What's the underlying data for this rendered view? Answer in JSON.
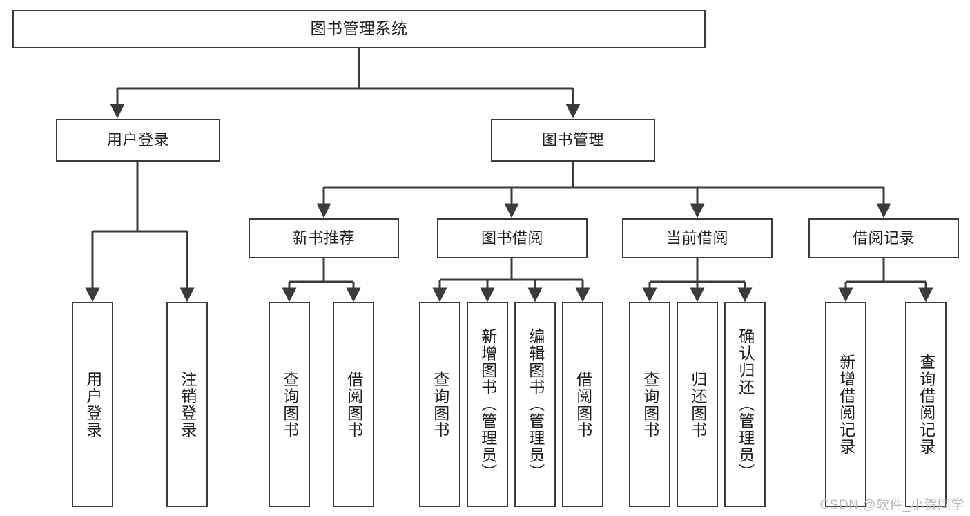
{
  "diagram": {
    "title": "图书管理系统",
    "type": "tree-hierarchy-diagram",
    "background_color": "#ffffff",
    "line_color": "#3b3b3b",
    "text_color": "#1d1d1d"
  },
  "nodes": {
    "root": {
      "label": "图书管理系统"
    },
    "level2": [
      {
        "label": "用户登录"
      },
      {
        "label": "图书管理"
      }
    ],
    "level3": [
      {
        "label": "新书推荐"
      },
      {
        "label": "图书借阅"
      },
      {
        "label": "当前借阅"
      },
      {
        "label": "借阅记录"
      }
    ],
    "leaves_user_login": [
      {
        "label": "用户登录"
      },
      {
        "label": "注销登录"
      }
    ],
    "leaves_new_book": [
      {
        "label": "查询图书"
      },
      {
        "label": "借阅图书"
      }
    ],
    "leaves_borrow": [
      {
        "label": "查询图书"
      },
      {
        "label": "新增图书（管理员）"
      },
      {
        "label": "编辑图书（管理员）"
      },
      {
        "label": "借阅图书"
      }
    ],
    "leaves_current": [
      {
        "label": "查询图书"
      },
      {
        "label": "归还图书"
      },
      {
        "label": "确认归还（管理员）"
      }
    ],
    "leaves_records": [
      {
        "label": "新增借阅记录"
      },
      {
        "label": "查询借阅记录"
      }
    ]
  },
  "watermark": {
    "text": "CSDN @软件_小贺同学"
  }
}
